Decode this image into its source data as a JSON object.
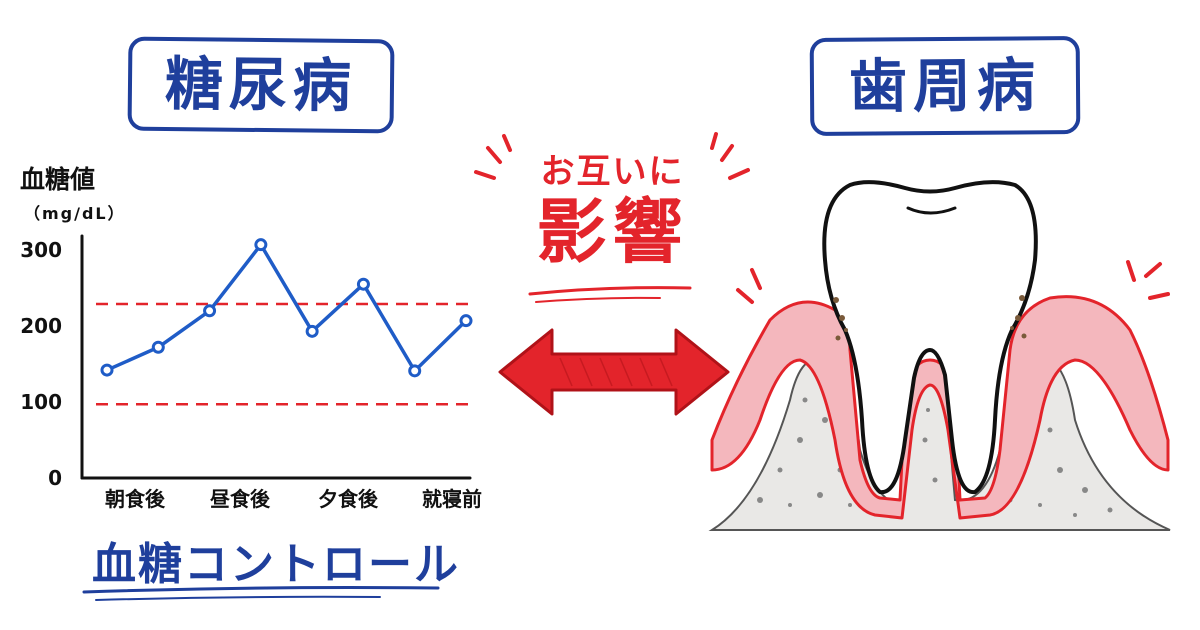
{
  "left_title": "糖尿病",
  "right_title": "歯周病",
  "center": {
    "line1": "お互いに",
    "line2": "影響"
  },
  "bottom_caption": "血糖コントロール",
  "colors": {
    "blue": "#1f5cc7",
    "dark_blue": "#1f3f9c",
    "red": "#e3242b",
    "gum": "#f4b7bd",
    "bone": "#e9e8e6"
  },
  "icons": [
    "double-arrow-icon",
    "tooth-illustration"
  ],
  "chart_data": {
    "type": "line",
    "ylabel": "血糖値",
    "yunit": "（mg/dL）",
    "ylim": [
      0,
      300
    ],
    "yticks": [
      "0",
      "100",
      "200",
      "300"
    ],
    "xtick_labels": [
      "朝食後",
      "昼食後",
      "夕食後",
      "就寝前"
    ],
    "values": [
      142,
      172,
      220,
      307,
      193,
      255,
      141,
      207
    ],
    "reference_lines": [
      97,
      229
    ],
    "grid": false
  }
}
